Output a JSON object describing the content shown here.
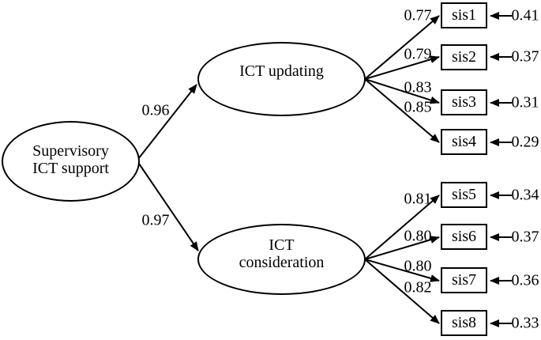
{
  "diagram": {
    "type": "sem-path-diagram",
    "colors": {
      "stroke": "#000000",
      "background": "#ffffff",
      "text": "#000000"
    },
    "exogenous": {
      "line1": "Supervisory",
      "line2": "ICT support"
    },
    "factors": [
      {
        "label": "ICT updating",
        "path_coefficient": "0.96"
      },
      {
        "line1": "ICT",
        "line2": "consideration",
        "path_coefficient": "0.97"
      }
    ],
    "indicators": [
      {
        "label": "sis1",
        "loading": "0.77",
        "error": "0.41"
      },
      {
        "label": "sis2",
        "loading": "0.79",
        "error": "0.37"
      },
      {
        "label": "sis3",
        "loading": "0.83",
        "error": "0.31"
      },
      {
        "label": "sis4",
        "loading": "0.85",
        "error": "0.29"
      },
      {
        "label": "sis5",
        "loading": "0.81",
        "error": "0.34"
      },
      {
        "label": "sis6",
        "loading": "0.80",
        "error": "0.37"
      },
      {
        "label": "sis7",
        "loading": "0.80",
        "error": "0.36"
      },
      {
        "label": "sis8",
        "loading": "0.82",
        "error": "0.33"
      }
    ]
  }
}
